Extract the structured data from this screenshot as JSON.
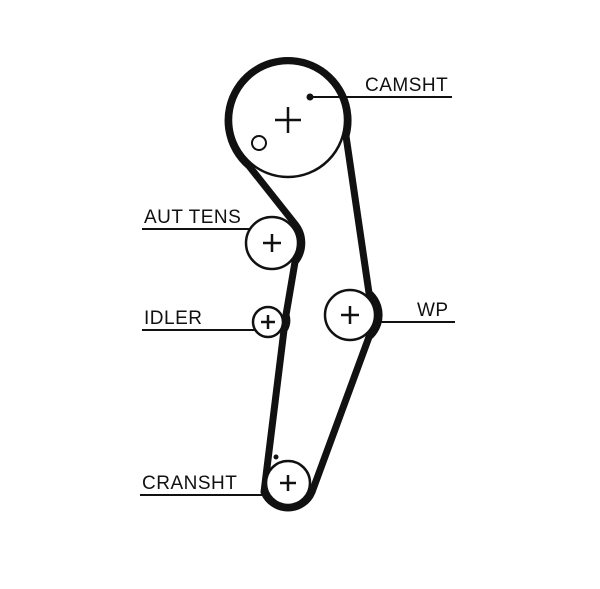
{
  "diagram": {
    "type": "timing-belt-routing",
    "labels": {
      "camshaft": "CAMSHT",
      "tensioner": "AUT TENS",
      "idler": "IDLER",
      "water_pump": "WP",
      "crankshaft": "CRANSHT"
    },
    "colors": {
      "line": "#111111",
      "background": "#ffffff"
    }
  }
}
